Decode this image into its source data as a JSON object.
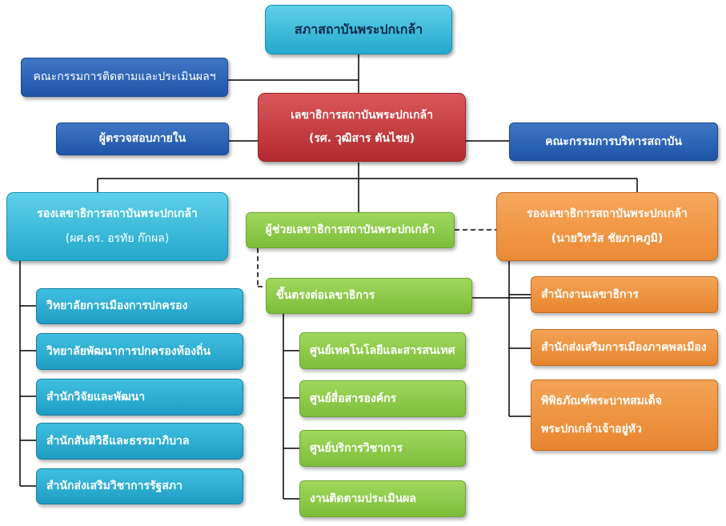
{
  "top": {
    "title": "สภาสถาบันพระปกเกล้า"
  },
  "committee_monitor": "คณะกรรมการติดตามและประเมินผลฯ",
  "secretary_general": {
    "title": "เลขาธิการสถาบันพระปกเกล้า",
    "name": "(รศ. วุฒิสาร ตันไชย)"
  },
  "internal_auditor": "ผู้ตรวจสอบภายใน",
  "exec_committee": "คณะกรรมการบริหารสถาบัน",
  "deputy_left": {
    "title": "รองเลขาธิการสถาบันพระปกเกล้า",
    "name": "(ผศ.ดร. อรทัย ก๊กผล)"
  },
  "assistant": "ผู้ช่วยเลขาธิการสถาบันพระปกเกล้า",
  "deputy_right": {
    "title": "รองเลขาธิการสถาบันพระปกเกล้า",
    "name": "(นายวิทวัส ชัยภาคภูมิ)"
  },
  "direct_report": "ขึ้นตรงต่อเลขาธิการ",
  "left_units": [
    "วิทยาลัยการเมืองการปกครอง",
    "วิทยาลัยพัฒนาการปกครองท้องถิ่น",
    "สำนักวิจัยและพัฒนา",
    "สำนักสันติวิธีและธรรมาภิบาล",
    "สำนักส่งเสริมวิชาการรัฐสภา"
  ],
  "center_units": [
    "ศูนย์เทคโนโลยีและสารสนเทศ",
    "ศูนย์สื่อสารองค์กร",
    "ศูนย์บริการวิชาการ",
    "งานติดตามประเมินผล"
  ],
  "right_units": [
    "สำนักงานเลขาธิการ",
    "สำนักส่งเสริมการเมืองภาคพลเมือง",
    "พิพิธภัณฑ์พระบาทสมเด็จ",
    "พระปกเกล้าเจ้าอยู่หัว"
  ],
  "colors": {
    "cyan": "#24a8cc",
    "blue": "#1f55a8",
    "red": "#b32a2e",
    "green": "#7dbd3b",
    "orange": "#ec8a35",
    "line": "#000000"
  }
}
